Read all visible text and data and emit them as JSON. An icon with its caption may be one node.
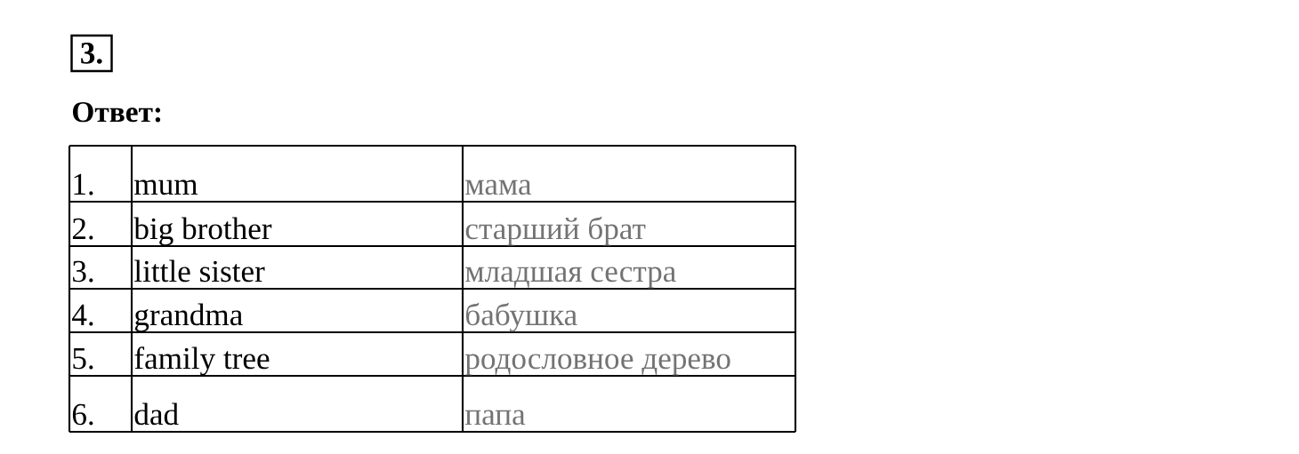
{
  "diagram": {
    "nodes": [
      {
        "text": [
          "3."
        ]
      }
    ],
    "labels": [
      "Ответ:",
      "1.",
      "mum",
      "мама",
      "2.",
      "big brother",
      "старший брат",
      "3.",
      "little sister",
      "младшая сестра",
      "4.",
      "grandma",
      "бабушка",
      "5.",
      "family tree",
      "родословное дерево",
      "6.",
      "dad",
      "папа"
    ]
  }
}
